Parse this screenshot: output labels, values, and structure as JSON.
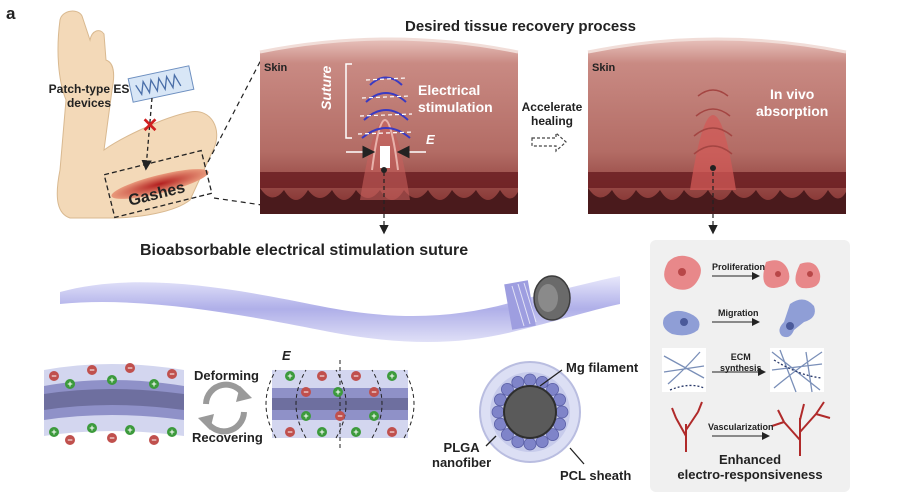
{
  "panel_label": "a",
  "title": "Desired tissue recovery process",
  "arm": {
    "device_label_line1": "Patch-type ES",
    "device_label_line2": "devices",
    "gash_label": "Gashes"
  },
  "wound_left": {
    "skin_label": "Skin",
    "suture_label": "Suture",
    "stim_line1": "Electrical",
    "stim_line2": "stimulation",
    "field_label": "E"
  },
  "middle_arrow": {
    "line1": "Accelerate",
    "line2": "healing"
  },
  "wound_right": {
    "skin_label": "Skin",
    "absorb_line1": "In vivo",
    "absorb_line2": "absorption"
  },
  "suture_title": "Bioabsorbable electrical stimulation suture",
  "deform": {
    "deforming": "Deforming",
    "recovering": "Recovering",
    "field_label": "E"
  },
  "cross_section": {
    "mg": "Mg filament",
    "plga_line1": "PLGA",
    "plga_line2": "nanofiber",
    "pcl": "PCL sheath"
  },
  "effects": {
    "proliferation": "Proliferation",
    "migration": "Migration",
    "ecm_line1": "ECM",
    "ecm_line2": "synthesis",
    "vascularization": "Vascularization",
    "enhanced_line1": "Enhanced",
    "enhanced_line2": "electro-responsiveness"
  },
  "colors": {
    "tissue": "#b9706a",
    "tissue_light": "#d9a49d",
    "tissue_dark": "#7a2a2a",
    "fiber": "#a9a9e8",
    "plus": "#3c9a3c",
    "minus": "#c0504d"
  }
}
